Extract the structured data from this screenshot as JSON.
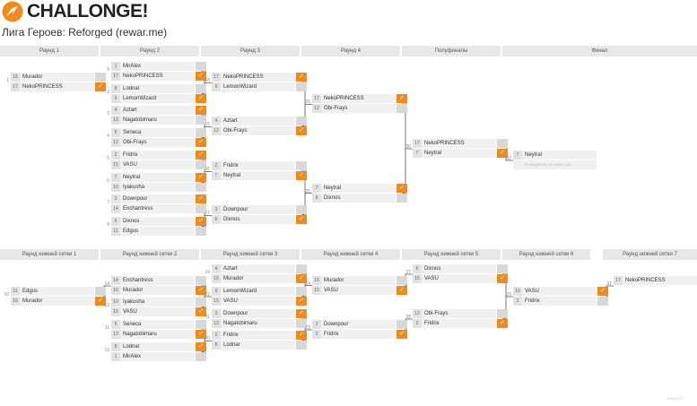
{
  "brand": {
    "name": "CHALLONGE!",
    "accent": "#f28a1b"
  },
  "tournament_title": "Лига Героев: Reforged (rewar.me)",
  "winner_mark": "✓",
  "watermark": "BRACKET",
  "rounds_upper": [
    "Раунд 1",
    "Раунд 2",
    "Раунд 3",
    "Раунд 4",
    "Полуфиналы",
    "Финал"
  ],
  "rounds_lower": [
    "Раунд нижней сетки 1",
    "Раунд нижней сетки 2",
    "Раунд нижней сетки 3",
    "Раунд нижней сетки 4",
    "Раунд нижней сетки 5",
    "Раунд нижней сетки 6",
    "Раунд нижней сетки 7"
  ],
  "matches": [
    {
      "num": "1",
      "p1": {
        "seed": "16",
        "name": "Murador"
      },
      "p2": {
        "seed": "17",
        "name": "NekoPRINCESS"
      },
      "winner": 2
    },
    {
      "num": "9",
      "p1": {
        "seed": "1",
        "name": "MirAlex"
      },
      "p2": {
        "seed": "17",
        "name": "NekoPRINCESS"
      },
      "winner": 2
    },
    {
      "num": "2",
      "p1": {
        "seed": "8",
        "name": "Lodnar"
      },
      "p2": {
        "seed": "9",
        "name": "LemonWizard"
      },
      "winner": 2
    },
    {
      "num": "3",
      "p1": {
        "seed": "4",
        "name": "Aztart"
      },
      "p2": {
        "seed": "13",
        "name": "Nagatobimaru"
      },
      "winner": 1
    },
    {
      "num": "4",
      "p1": {
        "seed": "5",
        "name": "Seneca"
      },
      "p2": {
        "seed": "12",
        "name": "Obi-Frays"
      },
      "winner": 2
    },
    {
      "num": "5",
      "p1": {
        "seed": "2",
        "name": "Fridrix"
      },
      "p2": {
        "seed": "15",
        "name": "VASU"
      },
      "winner": 1
    },
    {
      "num": "6",
      "p1": {
        "seed": "7",
        "name": "Neytral"
      },
      "p2": {
        "seed": "10",
        "name": "Iyakusha"
      },
      "winner": 1
    },
    {
      "num": "7",
      "p1": {
        "seed": "3",
        "name": "Downpour"
      },
      "p2": {
        "seed": "14",
        "name": "Enchantress"
      },
      "winner": 1
    },
    {
      "num": "8",
      "p1": {
        "seed": "6",
        "name": "Dixnos"
      },
      "p2": {
        "seed": "11",
        "name": "Edgus"
      },
      "winner": 1
    },
    {
      "num": "18",
      "p1": {
        "seed": "17",
        "name": "NekoPRINCESS"
      },
      "p2": {
        "seed": "9",
        "name": "LemonWizard"
      },
      "winner": 1
    },
    {
      "num": "15",
      "p1": {
        "seed": "4",
        "name": "Aztart"
      },
      "p2": {
        "seed": "12",
        "name": "Obi-Frays"
      },
      "winner": 2
    },
    {
      "num": "16",
      "p1": {
        "seed": "2",
        "name": "Fridrix"
      },
      "p2": {
        "seed": "7",
        "name": "Neytral"
      },
      "winner": 2
    },
    {
      "num": "17",
      "p1": {
        "seed": "3",
        "name": "Downpour"
      },
      "p2": {
        "seed": "6",
        "name": "Dixnos"
      },
      "winner": 2
    },
    {
      "num": "26",
      "p1": {
        "seed": "17",
        "name": "NekoPRINCESS"
      },
      "p2": {
        "seed": "12",
        "name": "Obi-Frays"
      },
      "winner": 1
    },
    {
      "num": "25",
      "p1": {
        "seed": "7",
        "name": "Neytral"
      },
      "p2": {
        "seed": "6",
        "name": "Dixnos"
      },
      "winner": 1
    },
    {
      "num": "30",
      "p1": {
        "seed": "17",
        "name": "NekoPRINCESS"
      },
      "p2": {
        "seed": "7",
        "name": "Neytral"
      },
      "winner": 2
    },
    {
      "num": "32",
      "p1": {
        "seed": "7",
        "name": "Neytral"
      },
      "p2": {
        "seed": "",
        "name": "Победитель из нижн.сет."
      },
      "winner": 0
    },
    {
      "num": "10",
      "p1": {
        "seed": "11",
        "name": "Edgus"
      },
      "p2": {
        "seed": "16",
        "name": "Murador"
      },
      "winner": 2
    },
    {
      "num": "14",
      "p1": {
        "seed": "14",
        "name": "Enchantress"
      },
      "p2": {
        "seed": "16",
        "name": "Murador"
      },
      "winner": 2
    },
    {
      "num": "12",
      "p1": {
        "seed": "10",
        "name": "Iyakusha"
      },
      "p2": {
        "seed": "15",
        "name": "VASU"
      },
      "winner": 2
    },
    {
      "num": "11",
      "p1": {
        "seed": "5",
        "name": "Seneca"
      },
      "p2": {
        "seed": "13",
        "name": "Nagatobimaru"
      },
      "winner": 2
    },
    {
      "num": "13",
      "p1": {
        "seed": "8",
        "name": "Lodnar"
      },
      "p2": {
        "seed": "1",
        "name": "MirAlex"
      },
      "winner": 1
    },
    {
      "num": "19",
      "p1": {
        "seed": "4",
        "name": "Aztart"
      },
      "p2": {
        "seed": "16",
        "name": "Murador"
      },
      "winner": 2
    },
    {
      "num": "22",
      "p1": {
        "seed": "9",
        "name": "LemonWizard"
      },
      "p2": {
        "seed": "15",
        "name": "VASU"
      },
      "winner": 2
    },
    {
      "num": "21",
      "p1": {
        "seed": "3",
        "name": "Downpour"
      },
      "p2": {
        "seed": "13",
        "name": "Nagatobimaru"
      },
      "winner": 1
    },
    {
      "num": "20",
      "p1": {
        "seed": "2",
        "name": "Fridrix"
      },
      "p2": {
        "seed": "8",
        "name": "Lodnar"
      },
      "winner": 1
    },
    {
      "num": "24",
      "p1": {
        "seed": "16",
        "name": "Murador"
      },
      "p2": {
        "seed": "15",
        "name": "VASU"
      },
      "winner": 2
    },
    {
      "num": "23",
      "p1": {
        "seed": "3",
        "name": "Downpour"
      },
      "p2": {
        "seed": "2",
        "name": "Fridrix"
      },
      "winner": 2
    },
    {
      "num": "27",
      "p1": {
        "seed": "6",
        "name": "Dixnos"
      },
      "p2": {
        "seed": "15",
        "name": "VASU"
      },
      "winner": 2
    },
    {
      "num": "28",
      "p1": {
        "seed": "12",
        "name": "Obi-Frays"
      },
      "p2": {
        "seed": "2",
        "name": "Fridrix"
      },
      "winner": 2
    },
    {
      "num": "29",
      "p1": {
        "seed": "15",
        "name": "VASU"
      },
      "p2": {
        "seed": "2",
        "name": "Fridrix"
      },
      "winner": 1
    },
    {
      "num": "31",
      "p1": {
        "seed": "17",
        "name": "NekoPRINCESS"
      },
      "p2": null,
      "winner": 0
    }
  ]
}
